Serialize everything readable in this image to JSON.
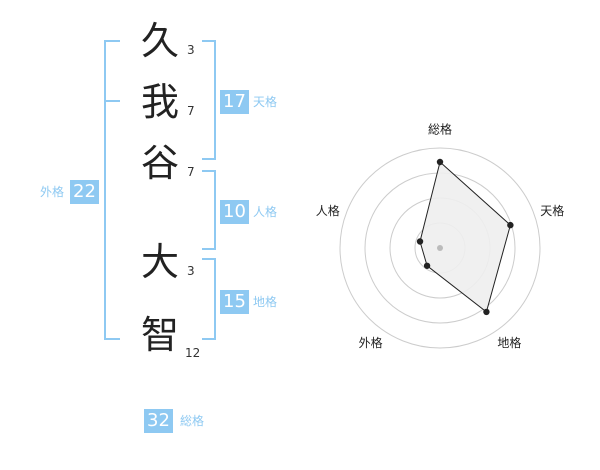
{
  "name": {
    "chars": [
      {
        "char": "久",
        "strokes": "3"
      },
      {
        "char": "我",
        "strokes": "7"
      },
      {
        "char": "谷",
        "strokes": "7"
      },
      {
        "char": "大",
        "strokes": "3"
      },
      {
        "char": "智",
        "strokes": "12"
      }
    ]
  },
  "fortune": {
    "tenkaku": {
      "value": "17",
      "label": "天格"
    },
    "jinkaku": {
      "value": "10",
      "label": "人格"
    },
    "chikaku": {
      "value": "15",
      "label": "地格"
    },
    "gaikaku": {
      "value": "22",
      "label": "外格"
    },
    "soukaku": {
      "value": "32",
      "label": "総格"
    }
  },
  "colors": {
    "accent": "#8ec9f2",
    "text": "#222222",
    "grid": "#cccccc",
    "fill": "#eeeeee"
  },
  "chart_data": {
    "type": "radar",
    "axes": [
      "総格",
      "天格",
      "地格",
      "外格",
      "人格"
    ],
    "values": [
      0.86,
      0.74,
      0.79,
      0.22,
      0.21
    ],
    "rings": 4,
    "grid": true
  }
}
